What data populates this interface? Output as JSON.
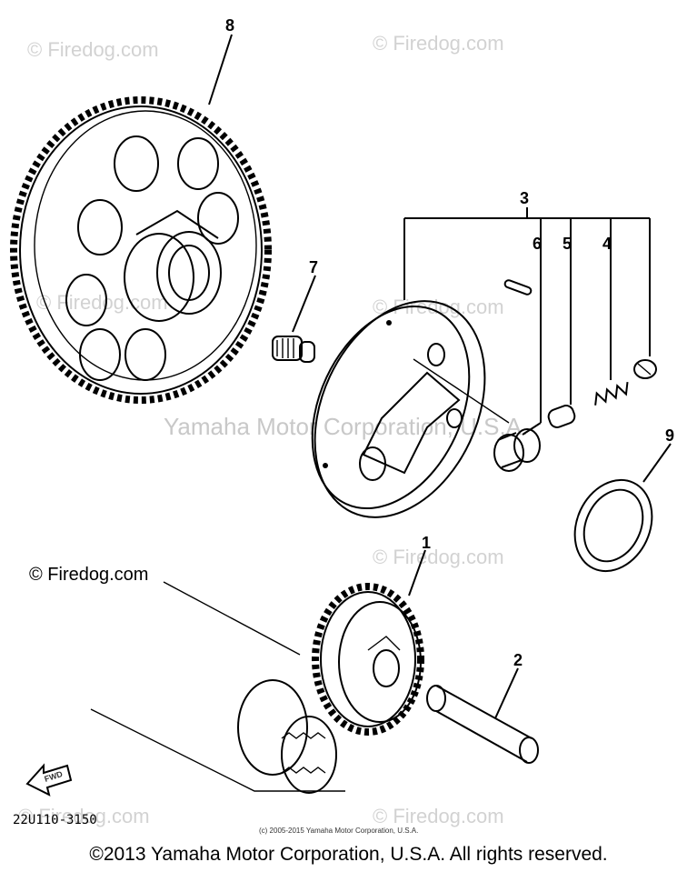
{
  "diagram": {
    "callouts": {
      "c1": "1",
      "c2": "2",
      "c3": "3",
      "c4": "4",
      "c5": "5",
      "c6": "6",
      "c7": "7",
      "c8": "8",
      "c9": "9"
    },
    "fwd_label": "FWD",
    "part_code": "22U110-3150",
    "fine_print": "(c) 2005-2015 Yamaha Motor Corporation, U.S.A."
  },
  "watermarks": {
    "firedog": "© Firedog.com",
    "center": "Yamaha Motor Corporation, U.S.A.",
    "left_dark": "© Firedog.com"
  },
  "footer": {
    "copyright": "©2013 Yamaha Motor Corporation, U.S.A. All rights reserved."
  }
}
